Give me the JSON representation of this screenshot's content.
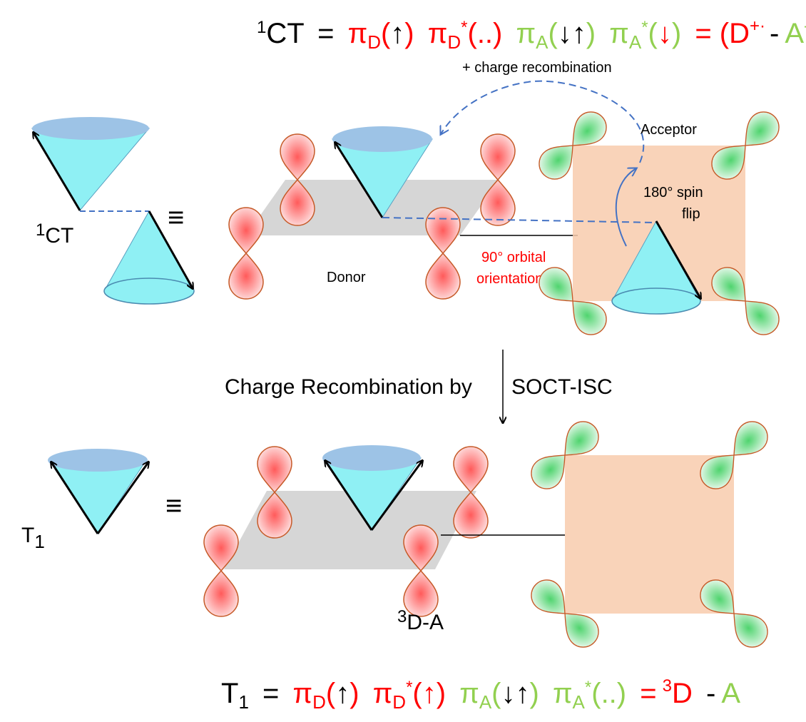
{
  "top_equation": {
    "lhs_sup": "1",
    "lhs": "CT",
    "eq1": "=",
    "pi": "π",
    "sub_D": "D",
    "sub_A": "A",
    "star": "*",
    "open": "(",
    "close": ")",
    "up": "↑",
    "down": "↓",
    "dots": "..",
    "eq2": "= (D",
    "cation_sup": "+·",
    "dash": "-",
    "anion": "A",
    "anion_sup": "-·",
    "close_paren": ")"
  },
  "recombination_note": "+ charge recombination",
  "labels": {
    "acceptor": "Acceptor",
    "spin_flip_1": "180° spin",
    "spin_flip_2": "flip",
    "donor": "Donor",
    "orbital_1": "90° orbital",
    "orbital_2": "orientation",
    "state_ct_sup": "1",
    "state_ct": "CT",
    "state_t1": "T",
    "state_t1_sub": "1",
    "equiv": "≡",
    "process_left": "Charge Recombination by",
    "process_right": "SOCT-ISC",
    "product_sup": "3",
    "product": "D-A"
  },
  "bottom_equation": {
    "lhs": "T",
    "lhs_sub": "1",
    "eq1": "=",
    "rhs_sup": "3",
    "rhs_d": "D",
    "rhs_dash": "-",
    "rhs_a": "A"
  },
  "colors": {
    "donor_text": "#ff0000",
    "acceptor_text": "#92d050",
    "cone_fill": "#8ff0f4",
    "cone_top": "#9dc3e6",
    "donor_plane": "#d9d9d9",
    "acceptor_plane": "#f8cbad",
    "donor_lobe": "#ff6b6b",
    "acceptor_lobe": "#6fdc8c",
    "curved_arrow": "#4472c4"
  }
}
